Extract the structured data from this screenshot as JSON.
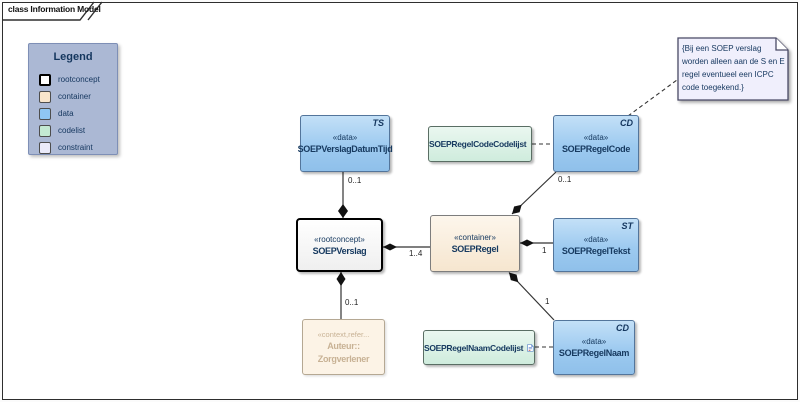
{
  "frame": {
    "title": "class Information Model"
  },
  "legend": {
    "title": "Legend",
    "items": [
      {
        "label": "rootconcept",
        "color": "#ffffff"
      },
      {
        "label": "container",
        "color": "#f8e5cc"
      },
      {
        "label": "data",
        "color": "#8fc6f2"
      },
      {
        "label": "codelist",
        "color": "#c3e9d2"
      },
      {
        "label": "constraint",
        "color": "#eaeaf9"
      }
    ]
  },
  "nodes": {
    "datumtijd": {
      "corner": "TS",
      "stereotype": "«data»",
      "name": "SOEPVerslagDatumTijd"
    },
    "code_codelijst": {
      "name": "SOEPRegelCodeCodelijst",
      "icon": "document-icon"
    },
    "regelcode": {
      "corner": "CD",
      "stereotype": "«data»",
      "name": "SOEPRegelCode"
    },
    "verslag": {
      "stereotype": "«rootconcept»",
      "name": "SOEPVerslag"
    },
    "regel": {
      "stereotype": "«container»",
      "name": "SOEPRegel"
    },
    "regeltekst": {
      "corner": "ST",
      "stereotype": "«data»",
      "name": "SOEPRegelTekst"
    },
    "naam_codelijst": {
      "name": "SOEPRegelNaamCodelijst",
      "icon": "document-icon"
    },
    "regelnaam": {
      "corner": "CD",
      "stereotype": "«data»",
      "name": "SOEPRegelNaam"
    },
    "auteur": {
      "stereotype": "«context,refer...",
      "name_line1": "Auteur::",
      "name_line2": "Zorgverlener"
    }
  },
  "note": {
    "lines": [
      "{Bij een SOEP verslag",
      "worden alleen aan de S en E",
      "regel eventueel een ICPC",
      "code toegekend.}"
    ]
  },
  "multiplicities": {
    "verslag_datumtijd": "0..1",
    "verslag_regel": "1..4",
    "verslag_auteur": "0..1",
    "regel_code": "0..1",
    "regel_tekst": "1",
    "regel_naam": "1"
  }
}
